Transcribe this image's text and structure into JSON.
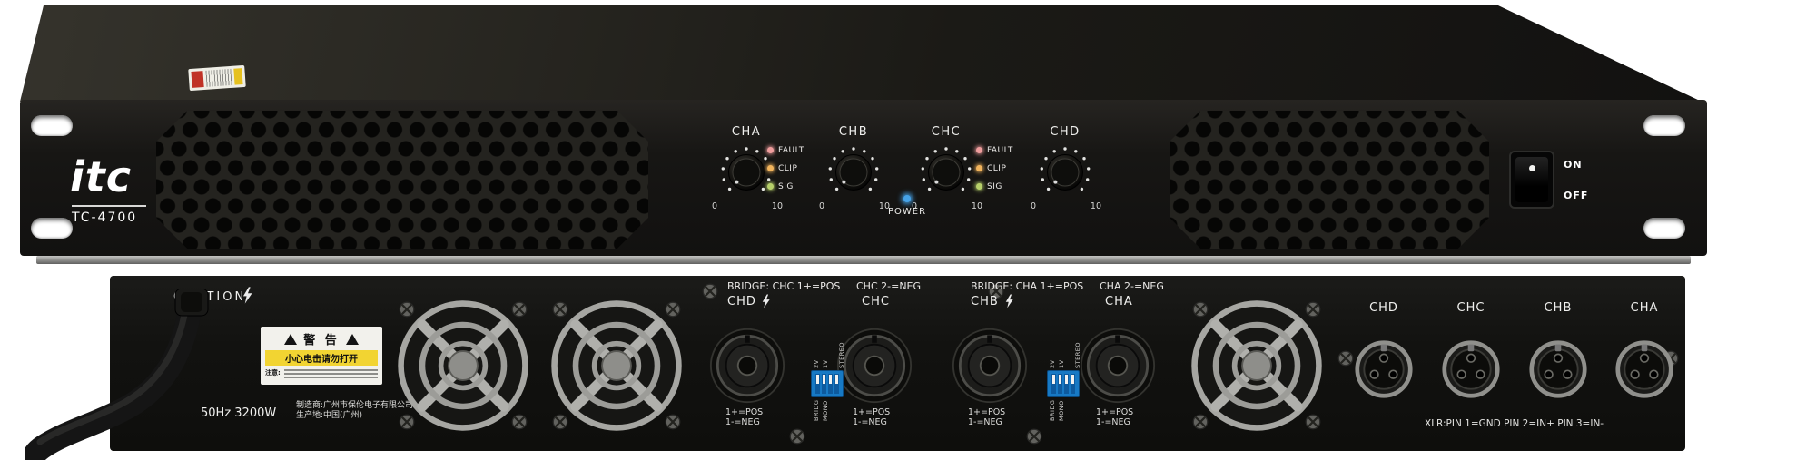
{
  "front": {
    "logo_text": "itc",
    "model": "TC-4700",
    "channels": [
      {
        "label": "CHA",
        "min": "0",
        "max": "10"
      },
      {
        "label": "CHB",
        "min": "0",
        "max": "10"
      },
      {
        "label": "CHC",
        "min": "0",
        "max": "10"
      },
      {
        "label": "CHD",
        "min": "0",
        "max": "10"
      }
    ],
    "leds": [
      {
        "label": "FAULT",
        "color": "#ef9d9d"
      },
      {
        "label": "CLIP",
        "color": "#f2b45c"
      },
      {
        "label": "SIG",
        "color": "#b7d06a"
      }
    ],
    "power": {
      "label": "POWER",
      "led_color": "#46a3e8"
    },
    "power_switch": {
      "on_label": "ON",
      "off_label": "OFF"
    }
  },
  "rear": {
    "caution_label": "CAUTION",
    "power_rating": "50Hz 3200W",
    "warning_sticker": {
      "title": "警 告",
      "subtitle": "小心电击请勿打开",
      "note_label": "注意:"
    },
    "manufacturer": {
      "line1": "制造商:广州市保伦电子有限公司",
      "line2": "生产地:中国(广州)"
    },
    "output_groups": [
      {
        "bridge_label": "BRIDGE: CHC 1+=POS",
        "bridge_label2": "CHC 2-=NEG",
        "connectors": [
          {
            "label": "CHD",
            "pins_line1": "1+=POS",
            "pins_line2": "1-=NEG"
          },
          {
            "label": "CHC",
            "pins_line1": "1+=POS",
            "pins_line2": "1-=NEG"
          }
        ]
      },
      {
        "bridge_label": "BRIDGE: CHA 1+=POS",
        "bridge_label2": "CHA 2-=NEG",
        "connectors": [
          {
            "label": "CHB",
            "pins_line1": "1+=POS",
            "pins_line2": "1-=NEG"
          },
          {
            "label": "CHA",
            "pins_line1": "1+=POS",
            "pins_line2": "1-=NEG"
          }
        ]
      }
    ],
    "dip_switch": {
      "top_labels": [
        "2V",
        "1V"
      ],
      "side_label": "STEREO",
      "bottom_labels": [
        "BRIDG",
        "MONO"
      ]
    },
    "xlr_inputs": {
      "labels": [
        "CHD",
        "CHC",
        "CHB",
        "CHA"
      ],
      "note": "XLR:PIN 1=GND PIN 2=IN+ PIN 3=IN-"
    }
  }
}
